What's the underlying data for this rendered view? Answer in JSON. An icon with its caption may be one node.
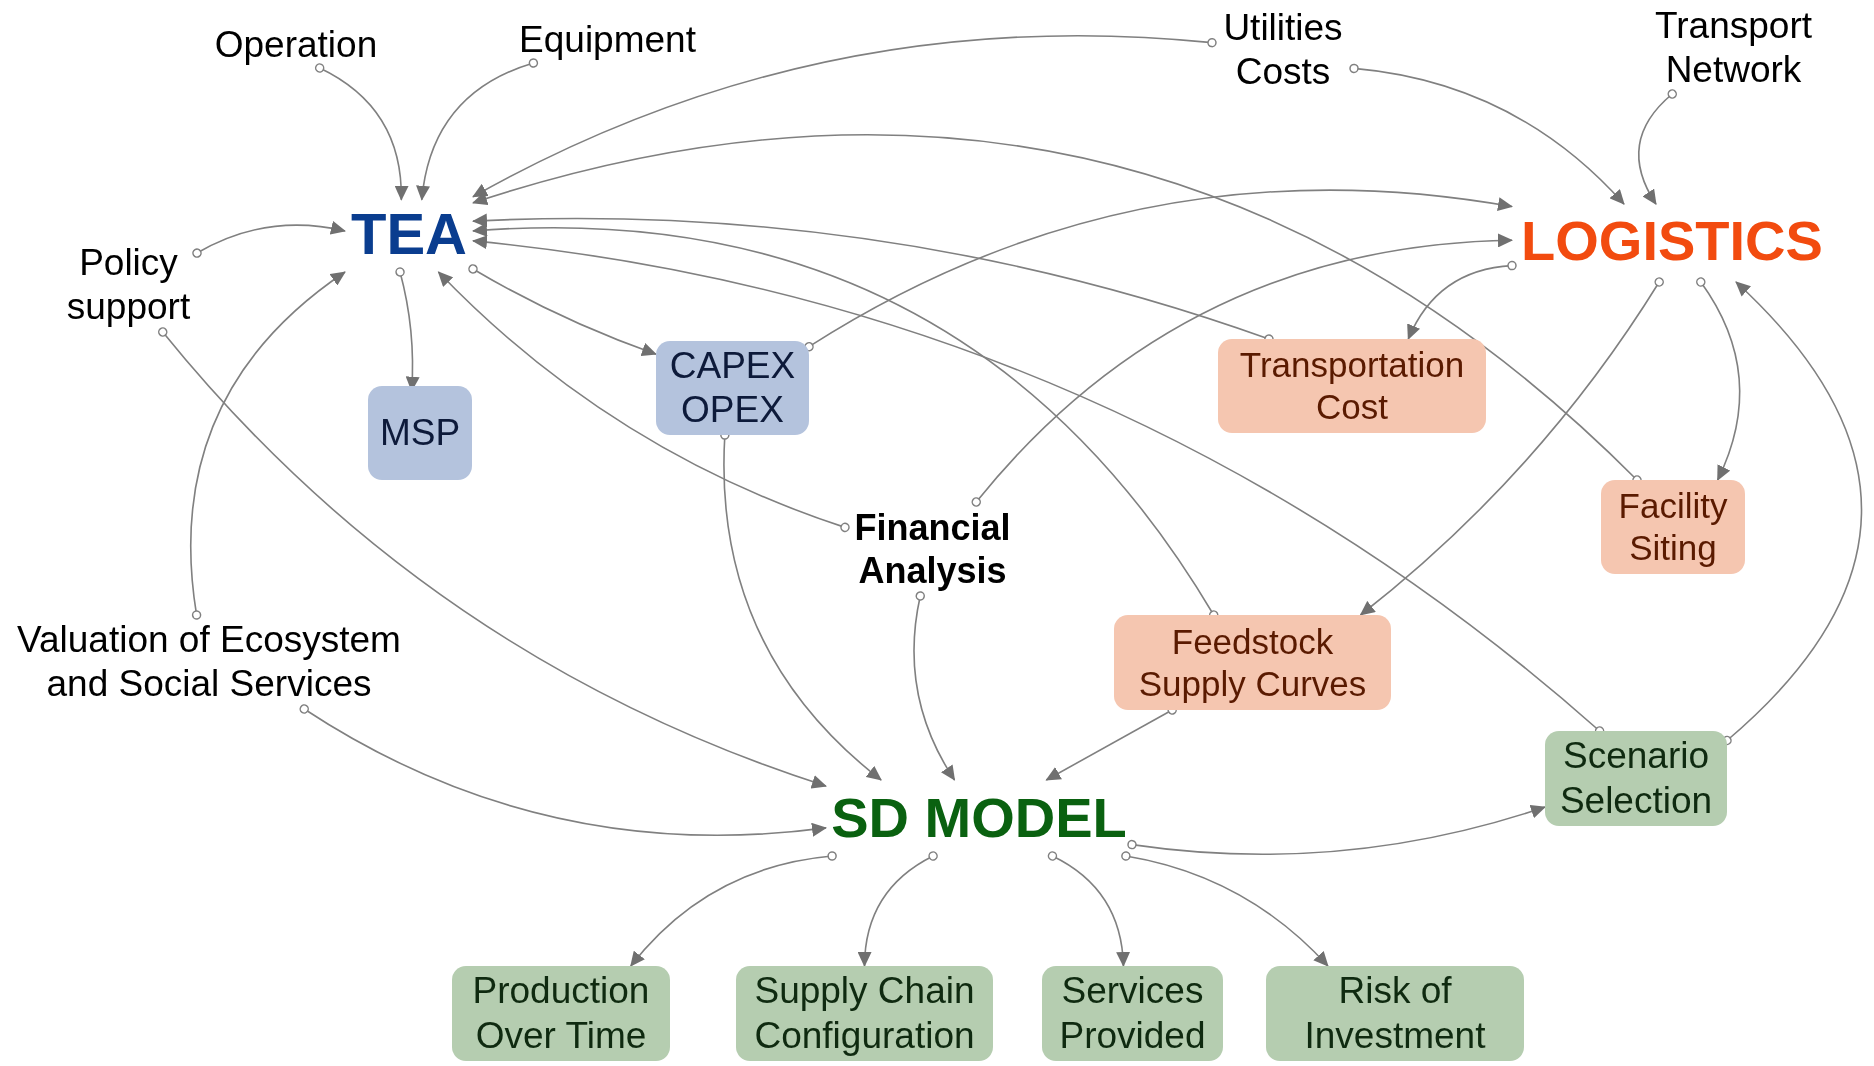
{
  "diagram": {
    "nodes": [
      {
        "text": [
          "Operation"
        ]
      },
      {
        "text": [
          "Equipment"
        ]
      },
      {
        "text": [
          "Utilities Costs"
        ]
      },
      {
        "text": [
          "Transport Network"
        ]
      },
      {
        "text": [
          "Policy support"
        ]
      },
      {
        "text": [
          "TEA"
        ]
      },
      {
        "text": [
          "LOGISTICS"
        ]
      },
      {
        "text": [
          "MSP"
        ]
      },
      {
        "text": [
          "CAPEX OPEX"
        ]
      },
      {
        "text": [
          "Transportation Cost"
        ]
      },
      {
        "text": [
          "Financial Analysis"
        ]
      },
      {
        "text": [
          "Facility Siting"
        ]
      },
      {
        "text": [
          "Valuation of Ecosystem and Social Services"
        ]
      },
      {
        "text": [
          "Feedstock Supply Curves"
        ]
      },
      {
        "text": [
          "SD MODEL"
        ]
      },
      {
        "text": [
          "Scenario Selection"
        ]
      },
      {
        "text": [
          "Production Over Time"
        ]
      },
      {
        "text": [
          "Supply Chain Configuration"
        ]
      },
      {
        "text": [
          "Services Provided"
        ]
      },
      {
        "text": [
          "Risk of Investment"
        ]
      }
    ],
    "edges": [
      {
        "from": 0,
        "to": 5,
        "arrow": "to"
      },
      {
        "from": 1,
        "to": 5,
        "arrow": "to"
      },
      {
        "from": 2,
        "to": 5,
        "arrow": "to"
      },
      {
        "from": 2,
        "to": 6,
        "arrow": "to"
      },
      {
        "from": 3,
        "to": 6,
        "arrow": "to"
      },
      {
        "from": 4,
        "to": 5,
        "arrow": "to"
      },
      {
        "from": 4,
        "to": 14,
        "arrow": "to"
      },
      {
        "from": 12,
        "to": 5,
        "arrow": "to"
      },
      {
        "from": 12,
        "to": 14,
        "arrow": "to"
      },
      {
        "from": 5,
        "to": 7,
        "arrow": "to"
      },
      {
        "from": 5,
        "to": 8,
        "arrow": "to"
      },
      {
        "from": 8,
        "to": 6,
        "arrow": "to"
      },
      {
        "from": 8,
        "to": 14,
        "arrow": "to"
      },
      {
        "from": 10,
        "to": 5,
        "arrow": "to"
      },
      {
        "from": 10,
        "to": 6,
        "arrow": "to"
      },
      {
        "from": 10,
        "to": 14,
        "arrow": "to"
      },
      {
        "from": 6,
        "to": 9,
        "arrow": "to"
      },
      {
        "from": 6,
        "to": 13,
        "arrow": "to"
      },
      {
        "from": 6,
        "to": 11,
        "arrow": "to"
      },
      {
        "from": 15,
        "to": 6,
        "arrow": "to"
      },
      {
        "from": 9,
        "to": 5,
        "arrow": "to"
      },
      {
        "from": 11,
        "to": 5,
        "arrow": "to"
      },
      {
        "from": 13,
        "to": 5,
        "arrow": "to"
      },
      {
        "from": 15,
        "to": 5,
        "arrow": "to"
      },
      {
        "from": 13,
        "to": 14,
        "arrow": "to"
      },
      {
        "from": 14,
        "to": 15,
        "arrow": "to"
      },
      {
        "from": 14,
        "to": 16,
        "arrow": "to"
      },
      {
        "from": 14,
        "to": 17,
        "arrow": "to"
      },
      {
        "from": 14,
        "to": 18,
        "arrow": "to"
      },
      {
        "from": 14,
        "to": 19,
        "arrow": "to"
      }
    ]
  }
}
